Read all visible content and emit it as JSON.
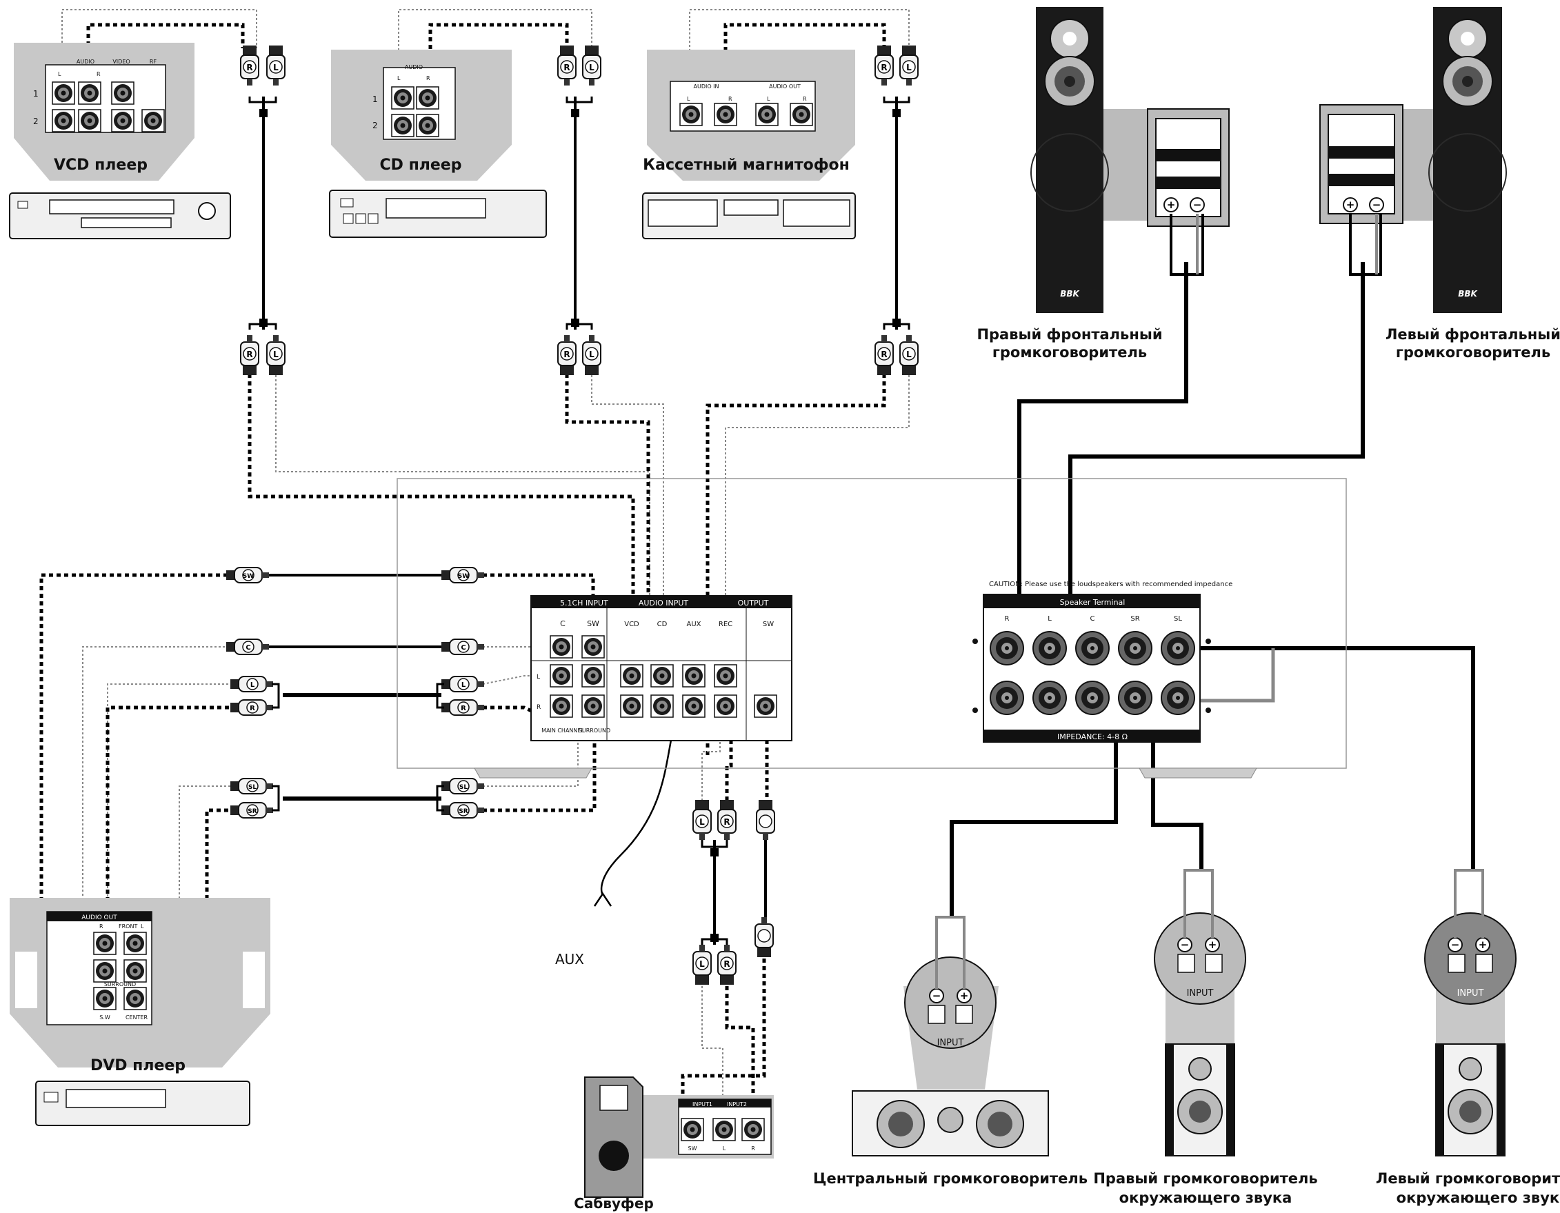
{
  "sources": {
    "vcd": {
      "label": "VCD плеер",
      "audio": "AUDIO",
      "video": "VIDEO",
      "rf": "RF",
      "l": "L",
      "r": "R",
      "row1": "1",
      "row2": "2"
    },
    "cd": {
      "label": "CD плеер",
      "audio": "AUDIO",
      "l": "L",
      "r": "R",
      "row1": "1",
      "row2": "2"
    },
    "tape": {
      "label": "Кассетный магнитофон",
      "audio_in": "AUDIO IN",
      "audio_out": "AUDIO OUT",
      "l": "L",
      "r": "R"
    },
    "dvd": {
      "label": "DVD плеер",
      "audio_out": "AUDIO OUT",
      "front": "FRONT",
      "r": "R",
      "l": "L",
      "surround": "SURROUND",
      "sw": "S.W",
      "center": "CENTER"
    }
  },
  "receiver": {
    "input_51": "5.1CH INPUT",
    "audio_input": "AUDIO INPUT",
    "output": "OUTPUT",
    "c": "C",
    "sw": "SW",
    "vcd": "VCD",
    "cd": "CD",
    "aux": "AUX",
    "rec": "REC",
    "sw_out": "SW",
    "row_l": "L",
    "row_r": "R",
    "main_channel": "MAIN CHANNEL",
    "surround": "SURROUND",
    "caution": "CAUTION: Please use the loudspeakers with recommended impedance",
    "speaker_terminal": "Speaker Terminal",
    "term_r": "R",
    "term_l": "L",
    "term_c": "C",
    "term_sr": "SR",
    "term_sl": "SL",
    "impedance": "IMPEDANCE: 4-8 Ω"
  },
  "plugs": {
    "r": "R",
    "l": "L",
    "sw": "SW",
    "c": "C",
    "sl": "SL",
    "sr": "SR"
  },
  "aux_label": "AUX",
  "speakers": {
    "front_right": {
      "line1": "Правый фронтальный",
      "line2": "громкоговоритель"
    },
    "front_left": {
      "line1": "Левый фронтальный",
      "line2": "громкоговоритель"
    },
    "center": "Центральный громкоговоритель",
    "surround_right": {
      "line1": "Правый громкоговоритель",
      "line2": "окружающего звука"
    },
    "surround_left": {
      "line1": "Левый громкоговоритель",
      "line2": "окружающего звука"
    },
    "subwoofer": "Сабвуфер",
    "brand": "BBK",
    "plus": "+",
    "minus": "−",
    "input": "INPUT"
  },
  "subwoofer_panel": {
    "input1": "INPUT1",
    "input2": "INPUT2",
    "sw": "SW",
    "l": "L",
    "r": "R"
  },
  "colors": {
    "panel_gray": "#c8c8c8",
    "jack_dark": "#1a1a1a",
    "cable_black": "#000000",
    "cable_gray": "#888888"
  }
}
